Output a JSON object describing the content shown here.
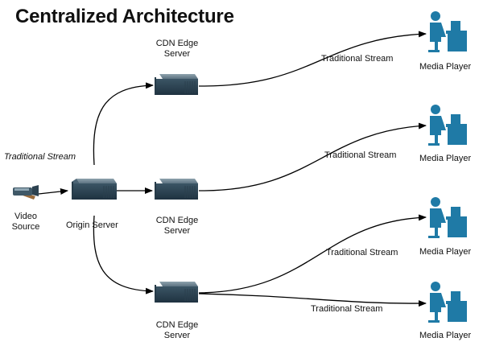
{
  "title": "Centralized Architecture",
  "source": {
    "label_line1": "Video",
    "label_line2": "Source"
  },
  "source_edge_label": "Traditional Stream",
  "origin": {
    "label": "Origin Server"
  },
  "cdn_servers": [
    {
      "line1": "CDN Edge",
      "line2": "Server"
    },
    {
      "line1": "CDN Edge",
      "line2": "Server"
    },
    {
      "line1": "CDN Edge",
      "line2": "Server"
    }
  ],
  "streams": [
    {
      "label": "Traditional Stream"
    },
    {
      "label": "Traditional Stream"
    },
    {
      "label": "Traditional Stream"
    },
    {
      "label": "Traditional Stream"
    }
  ],
  "players": [
    {
      "label": "Media Player"
    },
    {
      "label": "Media Player"
    },
    {
      "label": "Media Player"
    },
    {
      "label": "Media Player"
    }
  ],
  "colors": {
    "player_blue": "#1f7aa6",
    "server_dark": "#2f4655",
    "server_top": "#6f8592",
    "edge": "#000000"
  },
  "icons": {
    "server": "server-box-icon",
    "player": "person-at-computer-icon",
    "source": "video-camera-icon"
  }
}
